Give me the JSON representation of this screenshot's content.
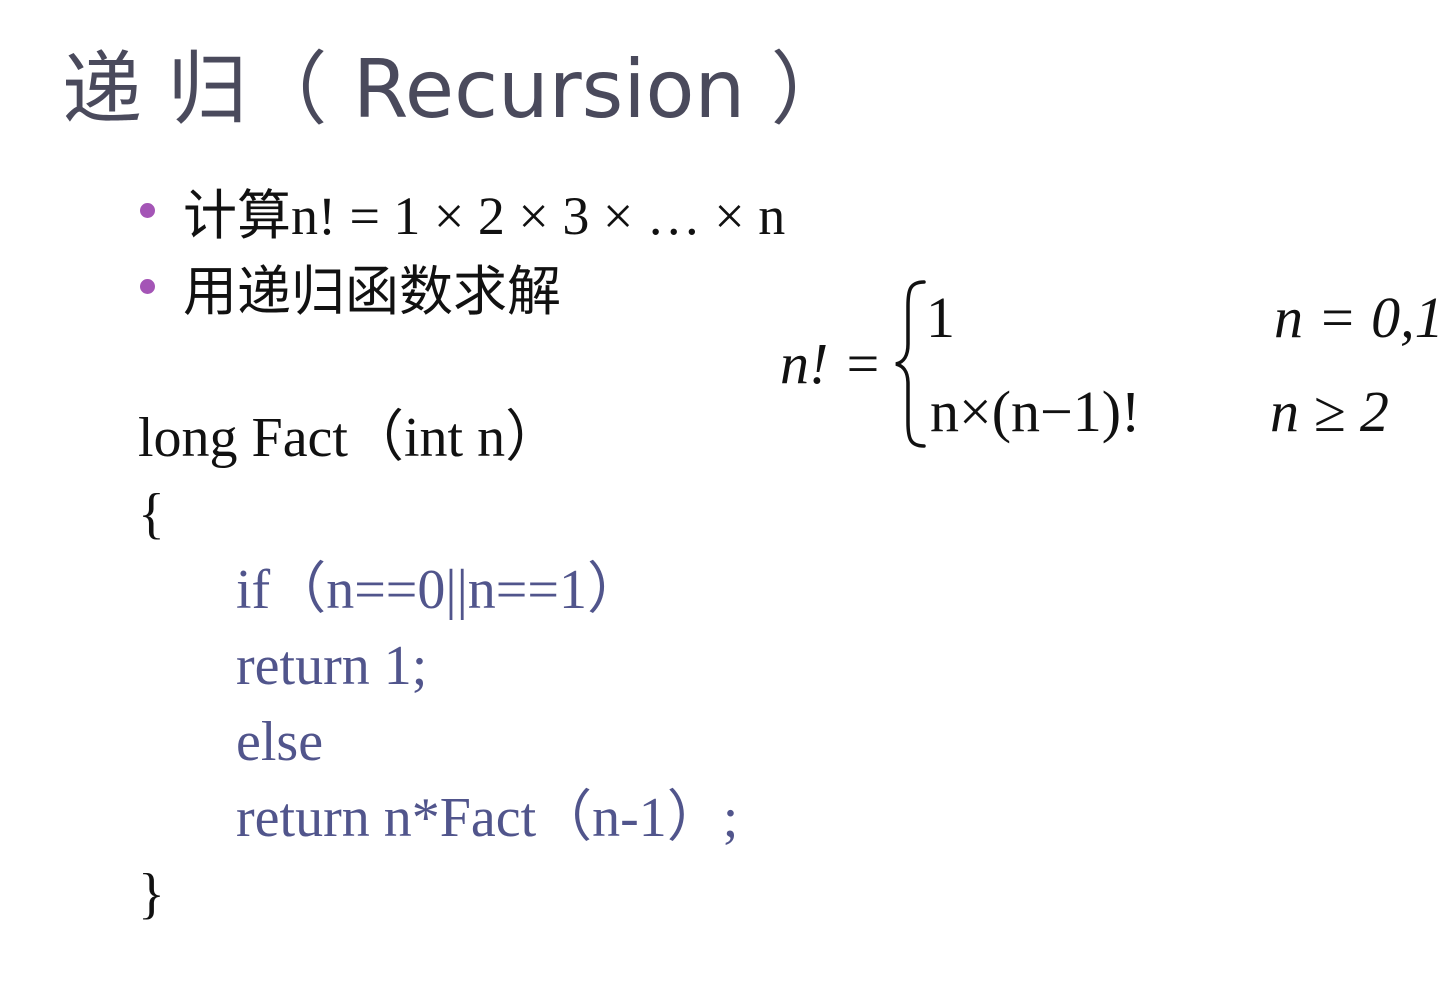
{
  "title": "递 归（ Recursion ）",
  "bullets": [
    {
      "text": "计算n! = 1 × 2 × 3 × … × n"
    },
    {
      "text": "用递归函数求解"
    }
  ],
  "formula": {
    "lhs": "n! =",
    "case1_value": "1",
    "case1_condition": "n = 0,1",
    "case2_value": "n×(n−1)!",
    "case2_condition": "n ≥ 2"
  },
  "code": {
    "signature": "long Fact（int n）",
    "open_brace": "{",
    "body": [
      "if（n==0||n==1）",
      "return 1;",
      "else",
      "return n*Fact（n-1）;"
    ],
    "close_brace": "}"
  },
  "colors": {
    "title": "#4a4a5c",
    "bullet": "#a455b6",
    "code_body": "#51558c",
    "text": "#111111"
  }
}
